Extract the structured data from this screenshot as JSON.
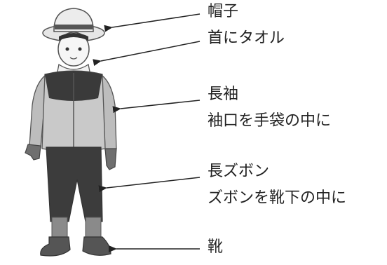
{
  "annotations": [
    {
      "id": "hat",
      "lines": [
        "帽子",
        "首にタオル"
      ]
    },
    {
      "id": "sleeve",
      "lines": [
        "長袖",
        "袖口を手袋の中に"
      ]
    },
    {
      "id": "pants",
      "lines": [
        "長ズボン",
        "ズボンを靴下の中に"
      ]
    },
    {
      "id": "shoes",
      "lines": [
        "靴"
      ]
    }
  ]
}
